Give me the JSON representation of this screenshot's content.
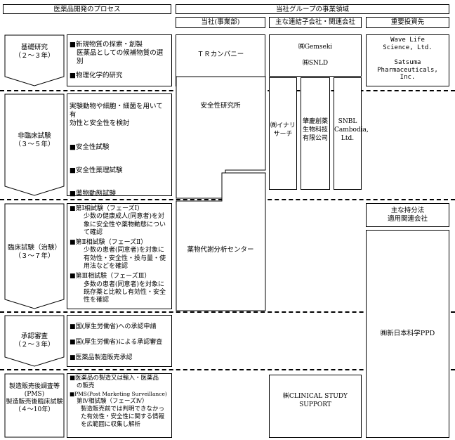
{
  "header": {
    "left_title": "医薬品開発のプロセス",
    "right_title": "当社グループの事業領域",
    "col_company": "当社(事業部)",
    "col_subsidiaries": "主な連結子会社・関連会社",
    "col_investments": "重要投資先"
  },
  "stages": [
    {
      "name": "基礎研究",
      "period": "（２～３年）"
    },
    {
      "name": "非臨床試験",
      "period": "（３～５年）"
    },
    {
      "name": "臨床試験（治験）",
      "period": "（３～７年）"
    },
    {
      "name": "承認審査",
      "period": "（２～３年）"
    },
    {
      "name": "製造販売後調査等",
      "period_line1": "(PMS)",
      "period_line2": "製造販売後臨床試験",
      "period_line3": "（４～10年）"
    }
  ],
  "details": {
    "basic": [
      "■新規物質の探索・創製",
      "医薬品としての候補物質の選別",
      "■物理化学的研究"
    ],
    "nonclinical": [
      "実験動物や細胞・細菌を用いて有",
      "効性と安全性を検討",
      "■安全性試験",
      "■安全性薬理試験",
      "■薬物動態試験"
    ],
    "clinical": [
      "■第Ⅰ相試験（フェーズⅠ）",
      "少数の健康成人(同意者)を対",
      "象に安全性や薬物動態につい",
      "て確認",
      "■第Ⅱ相試験（フェーズⅡ）",
      "少数の患者(同意者)を対象に",
      "有効性・安全性・投与量・使",
      "用法などを確認",
      "■第Ⅲ相試験（フェーズⅢ）",
      "多数の患者(同意者)を対象に",
      "既存薬と比較し有効性・安全",
      "性を確認"
    ],
    "approval": [
      "■国(厚生労働省)への承認申請",
      "■国(厚生労働省)による承認審査",
      "■医薬品製造販売承認"
    ],
    "postmarket": [
      "■医薬品の製造又は輸入・医薬品",
      "の販売",
      "■PMS(Post Marketing Surveillance)",
      "第Ⅳ相試験（フェーズⅣ）",
      "製造販売前では判明できなかっ",
      "た有効性・安全性に関する情報",
      "を広範囲に収集し解析"
    ]
  },
  "company": {
    "tr": "ＴＲカンパニー",
    "safety_lab": "安全性研究所",
    "pk_center": "薬物代謝分析センター"
  },
  "subsidiaries": {
    "gemseki": "㈱Gemseki",
    "snld": "㈱SNLD",
    "ina": "㈱イナリサーチ",
    "zhaoqing": "肇慶創薬生物科技有限公司",
    "cambodia": "SNBL Cambodia, Ltd.",
    "clinical_study": "㈱CLINICAL STUDY SUPPORT"
  },
  "investments": {
    "wave_line1": "Wave Life",
    "wave_line2": "Science, Ltd.",
    "satsuma_line1": "Satsuma",
    "satsuma_line2": "Pharmaceuticals,",
    "satsuma_line3": "Inc.",
    "equity_line1": "主な持分法",
    "equity_line2": "適用関連会社",
    "ppd": "㈱新日本科学PPD"
  }
}
